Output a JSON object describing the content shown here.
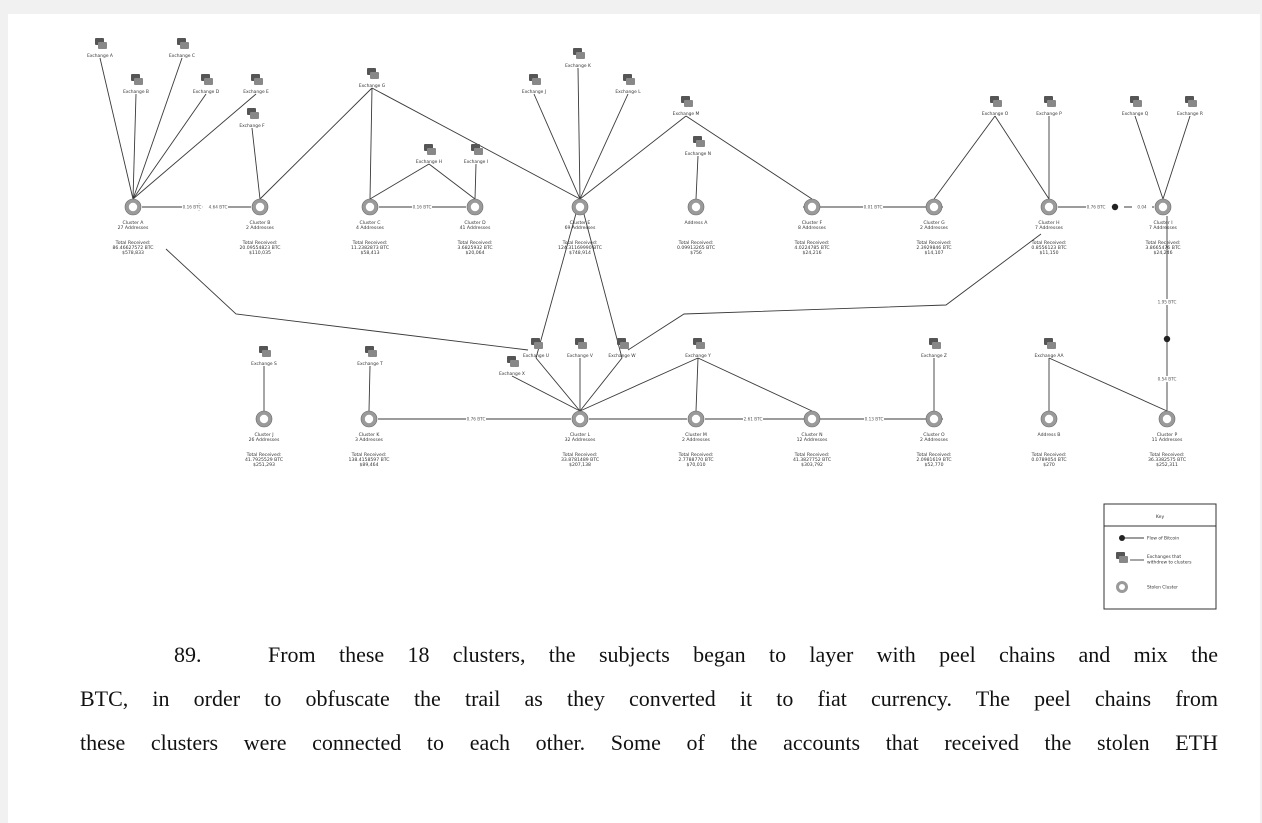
{
  "figure": {
    "clusters": [
      {
        "id": "A",
        "name": "Cluster A",
        "addresses": "27 Addresses",
        "total_label": "Total Received:",
        "btc": "86.46627572 BTC",
        "usd": "$578,833"
      },
      {
        "id": "B",
        "name": "Cluster B",
        "addresses": "2 Addresses",
        "total_label": "Total Received:",
        "btc": "20.09554823 BTC",
        "usd": "$110,035"
      },
      {
        "id": "C",
        "name": "Cluster C",
        "addresses": "4 Addresses",
        "total_label": "Total Received:",
        "btc": "11.2382873 BTC",
        "usd": "$58,413"
      },
      {
        "id": "D",
        "name": "Cluster D",
        "addresses": "41 Addresses",
        "total_label": "Total Received:",
        "btc": "3.6825932 BTC",
        "usd": "$20,064"
      },
      {
        "id": "E",
        "name": "Cluster E",
        "addresses": "69 Addresses",
        "total_label": "Total Received:",
        "btc": "124.31169990 BTC",
        "usd": "$748,914"
      },
      {
        "id": "AddrA",
        "name": "Address A",
        "addresses": "",
        "total_label": "Total Received:",
        "btc": "0.09913265 BTC",
        "usd": "$756"
      },
      {
        "id": "F",
        "name": "Cluster F",
        "addresses": "8 Addresses",
        "total_label": "Total Received:",
        "btc": "4.0224785 BTC",
        "usd": "$24,216"
      },
      {
        "id": "G",
        "name": "Cluster G",
        "addresses": "2 Addresses",
        "total_label": "Total Received:",
        "btc": "2.3929846 BTC",
        "usd": "$14,107"
      },
      {
        "id": "H",
        "name": "Cluster H",
        "addresses": "7 Addresses",
        "total_label": "Total Received:",
        "btc": "0.8556123 BTC",
        "usd": "$11,150"
      },
      {
        "id": "I",
        "name": "Cluster I",
        "addresses": "7 Addresses",
        "total_label": "Total Received:",
        "btc": "3.8665476 BTC",
        "usd": "$24,246"
      },
      {
        "id": "J",
        "name": "Cluster J",
        "addresses": "26 Addresses",
        "total_label": "Total Received:",
        "btc": "41.7925529 BTC",
        "usd": "$251,293"
      },
      {
        "id": "K",
        "name": "Cluster K",
        "addresses": "3 Addresses",
        "total_label": "Total Received:",
        "btc": "138.4158597 BTC",
        "usd": "$89,464"
      },
      {
        "id": "L",
        "name": "Cluster L",
        "addresses": "32 Addresses",
        "total_label": "Total Received:",
        "btc": "33.8781489 BTC",
        "usd": "$207,138"
      },
      {
        "id": "M",
        "name": "Cluster M",
        "addresses": "2 Addresses",
        "total_label": "Total Received:",
        "btc": "2.7788770 BTC",
        "usd": "$70,010"
      },
      {
        "id": "N",
        "name": "Cluster N",
        "addresses": "12 Addresses",
        "total_label": "Total Received:",
        "btc": "41.3827752 BTC",
        "usd": "$303,792"
      },
      {
        "id": "O",
        "name": "Cluster O",
        "addresses": "2 Addresses",
        "total_label": "Total Received:",
        "btc": "2.0981619 BTC",
        "usd": "$52,770"
      },
      {
        "id": "AddrB",
        "name": "Address B",
        "addresses": "",
        "total_label": "Total Received:",
        "btc": "0.0789054 BTC",
        "usd": "$270"
      },
      {
        "id": "P",
        "name": "Cluster P",
        "addresses": "11 Addresses",
        "total_label": "Total Received:",
        "btc": "36.3382575 BTC",
        "usd": "$252,311"
      }
    ],
    "exchanges": [
      "Exchange A",
      "Exchange B",
      "Exchange C",
      "Exchange D",
      "Exchange E",
      "Exchange F",
      "Exchange G",
      "Exchange H",
      "Exchange I",
      "Exchange J",
      "Exchange K",
      "Exchange L",
      "Exchange M",
      "Exchange N",
      "Exchange O",
      "Exchange P",
      "Exchange Q",
      "Exchange R",
      "Exchange S",
      "Exchange T",
      "Exchange U",
      "Exchange V",
      "Exchange W",
      "Exchange X",
      "Exchange Y",
      "Exchange Z",
      "Exchange AA"
    ],
    "edge_labels": [
      "0.16 BTC",
      "4.64 BTC",
      "0.16 BTC",
      "0.01 BTC",
      "0.76 BTC",
      "0.04",
      "1.95 BTC",
      "0.54 BTC",
      "0.76 BTC",
      "2.61 BTC",
      "0.13 BTC"
    ],
    "key": {
      "title": "Key",
      "flow": "Flow of Bitcoin",
      "exchange": "Exchanges that withdrew to clusters",
      "cluster": "Stolen Cluster"
    }
  },
  "text": {
    "p1_num": "89.",
    "p1": "From these 18 clusters, the subjects began to layer with peel chains and mix the",
    "p2": "BTC, in order to obfuscate the trail as they converted it to fiat currency.  The peel chains from",
    "p3": "these clusters were connected to each other.  Some of the accounts that received the stolen ETH",
    "p4": ""
  }
}
